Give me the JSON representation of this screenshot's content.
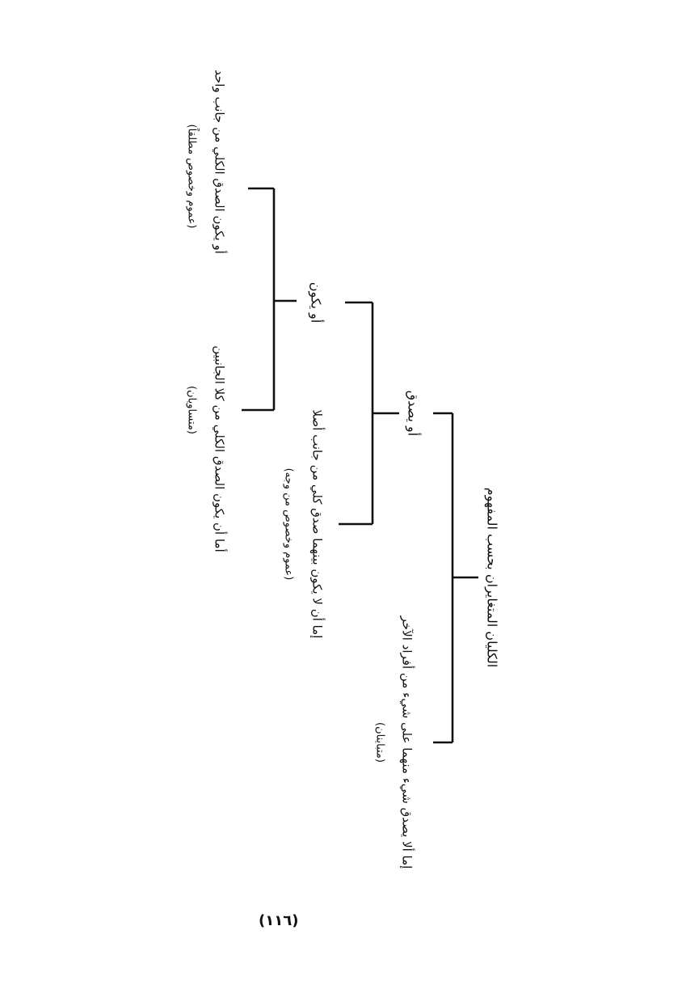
{
  "diagram": {
    "root": {
      "label": "الكليان المتغايران بحسب المفهوم",
      "branch_two": {
        "label": "إما ألا يصدق شيء منهما على شيء من أفراد الآخر",
        "relation": "(متباينان)"
      },
      "branch_one": {
        "label": "أو يصدق",
        "branch_one": {
          "label": "أو يكون",
          "branch_one": {
            "label": "أو يكون الصدق الكلي من جانب واحد",
            "relation": "(عموم وخصوص مطلقاً)"
          },
          "branch_two": {
            "label": "أما أن يكون الصدق الكلي من كلا الجانبين",
            "relation": "(متساويان)"
          }
        },
        "branch_two": {
          "label": "إما أن لا يكون بينهما صدق كلي من جانب أصلا",
          "relation": "(عموم وخصوص من وجه)"
        }
      }
    }
  },
  "page": {
    "number": "(١١٦)"
  }
}
